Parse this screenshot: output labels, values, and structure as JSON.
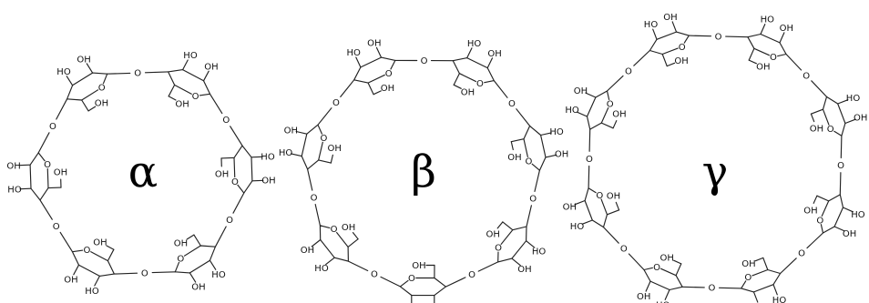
{
  "molecules": [
    {
      "id": "alpha",
      "label": "α",
      "units": 6
    },
    {
      "id": "beta",
      "label": "β",
      "units": 7
    },
    {
      "id": "gamma",
      "label": "γ",
      "units": 8
    }
  ],
  "labels": {
    "hydroxyl": "OH",
    "hydroxyl_left": "HO",
    "ring_oxygen": "O"
  }
}
